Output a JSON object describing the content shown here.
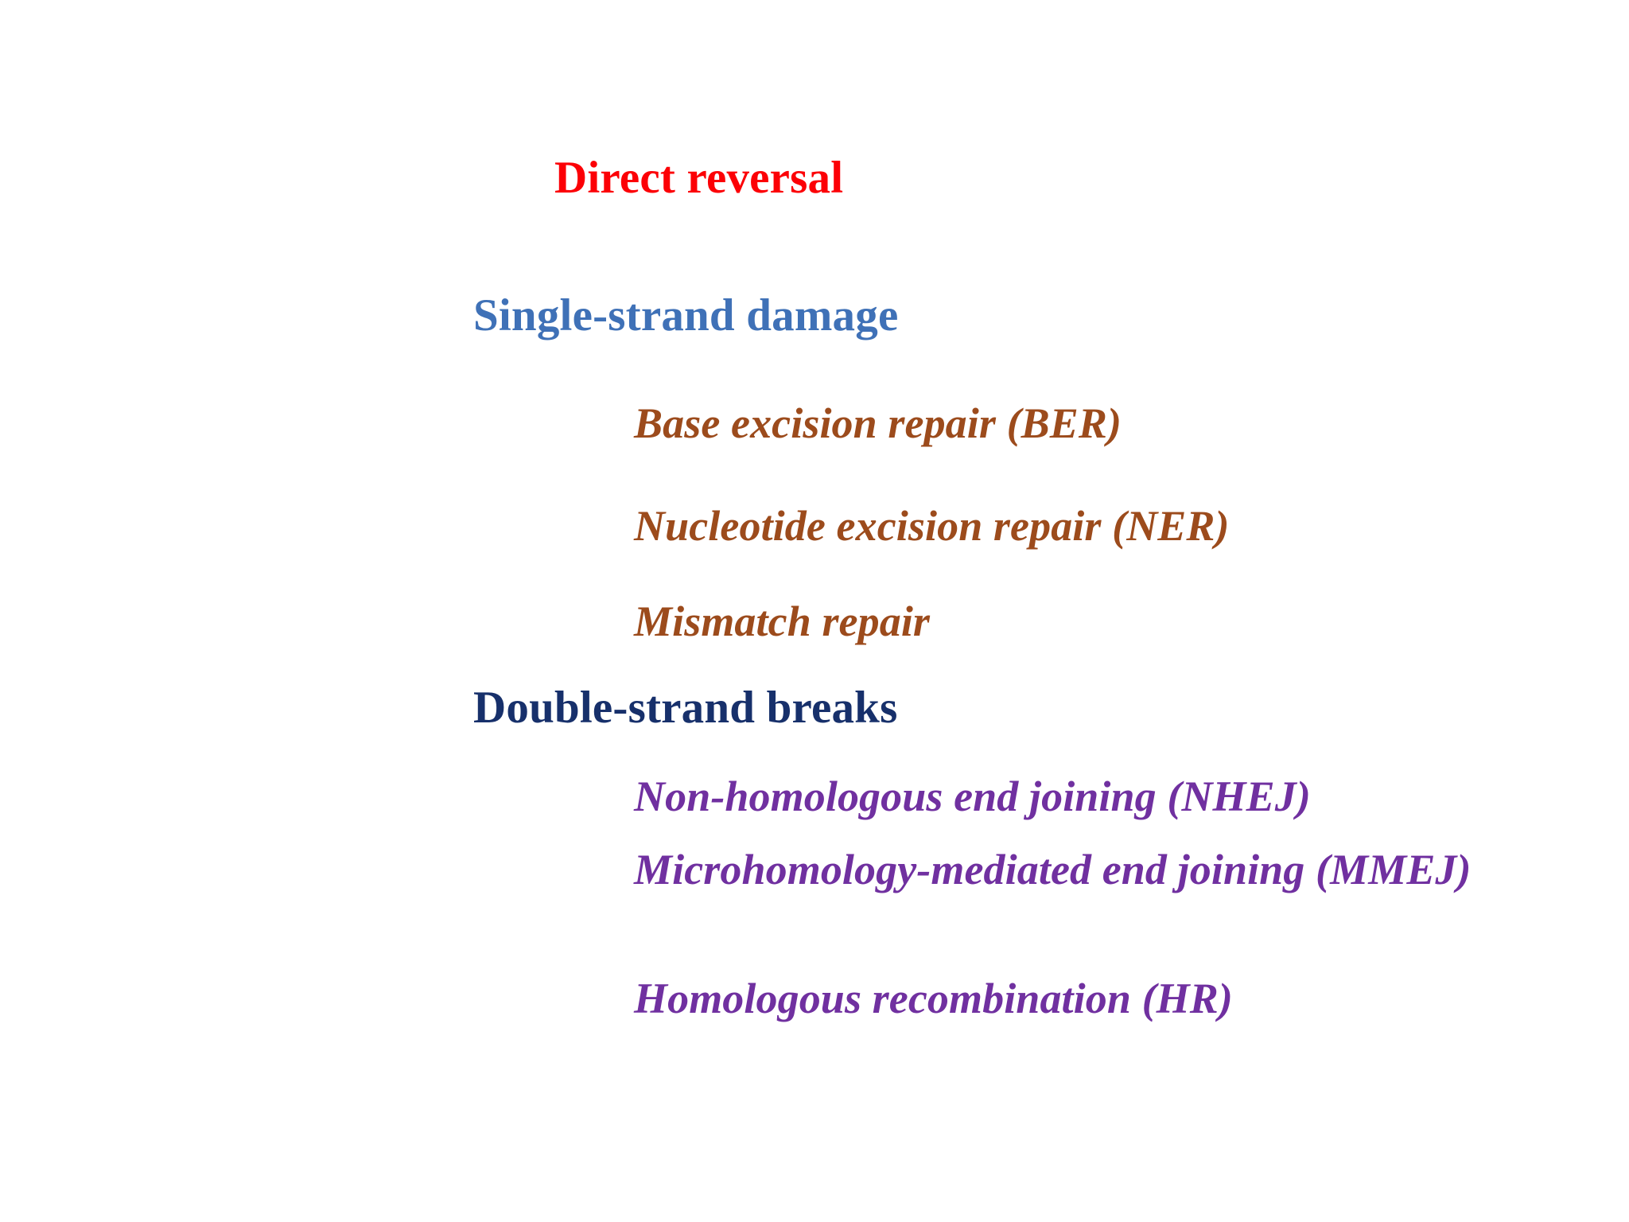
{
  "slide": {
    "background_color": "#ffffff",
    "title": {
      "text": "Direct reversal",
      "color": "#fc0006"
    },
    "sections": [
      {
        "heading": {
          "text": "Single-strand damage",
          "color": "#3f71b7"
        },
        "items": [
          {
            "text": "Base excision repair (BER)",
            "color": "#9c4b1c"
          },
          {
            "text": "Nucleotide excision repair (NER)",
            "color": "#9c4b1c"
          },
          {
            "text": "Mismatch repair",
            "color": "#9c4b1c"
          }
        ]
      },
      {
        "heading": {
          "text": "Double-strand breaks",
          "color": "#17306b"
        },
        "items": [
          {
            "text": "Non-homologous end joining (NHEJ)",
            "color": "#7030a0"
          },
          {
            "text": "Microhomology-mediated end joining (MMEJ)",
            "color": "#7030a0"
          },
          {
            "text": "Homologous recombination (HR)",
            "color": "#7030a0"
          }
        ]
      }
    ]
  }
}
